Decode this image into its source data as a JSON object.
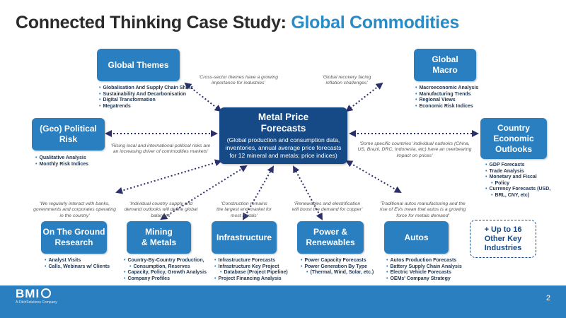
{
  "title": {
    "main": "Connected Thinking Case Study: ",
    "accent": "Global Commodities"
  },
  "center": {
    "title_line1": "Metal Price",
    "title_line2": "Forecasts",
    "subtitle": "(Global production and consumption data, inventories, annual average price forecasts for 12 mineral and metals; price indices)"
  },
  "nodes": {
    "global_themes": {
      "label": "Global Themes",
      "bullets": [
        "Globalisation And Supply Chain Shifts",
        "Sustainability And Decarbonisation",
        "Digital Transformation",
        "Megatrends"
      ]
    },
    "global_macro": {
      "label_line1": "Global",
      "label_line2": "Macro",
      "bullets": [
        "Macroeconomic Analysis",
        "Manufacturing Trends",
        "Regional Views",
        "Economic Risk Indices"
      ]
    },
    "geo_political": {
      "label_line1": "(Geo) Political",
      "label_line2": "Risk",
      "bullets": [
        "Qualitative Analysis",
        "Monthly Risk Indices"
      ]
    },
    "country_outlooks": {
      "label_line1": "Country",
      "label_line2": "Economic",
      "label_line3": "Outlooks",
      "bullets": [
        "GDP Forecasts",
        "Trade Analysis",
        "Monetary and Fiscal",
        "Policy",
        "Currency Forecasts (USD,",
        "BRL, CNY, etc)"
      ]
    },
    "on_the_ground": {
      "label_line1": "On The Ground",
      "label_line2": "Research",
      "bullets": [
        "Analyst Visits",
        "Calls, Webinars w/ Clients"
      ]
    },
    "mining_metals": {
      "label_line1": "Mining",
      "label_line2": "& Metals",
      "bullets": [
        "Country-By-Country Production,",
        "Consumption, Reserves",
        "Capacity, Policy, Growth Analysis",
        "Company Profiles"
      ]
    },
    "infrastructure": {
      "label": "Infrastructure",
      "bullets": [
        "Infrastructure Forecasts",
        "Infrastructure Key Project",
        "Database (Project Pipeline)",
        "Project Financing Analysis"
      ]
    },
    "power_renewables": {
      "label_line1": "Power &",
      "label_line2": "Renewables",
      "bullets": [
        "Power Capacity Forecasts",
        "Power Generation By Type",
        "(Thermal, Wind, Solar, etc.)"
      ]
    },
    "autos": {
      "label": "Autos",
      "bullets": [
        "Autos Production Forecasts",
        "Battery Supply Chain Analysis",
        "Electric Vehicle Forecasts",
        "OEMs' Company Strategy"
      ]
    }
  },
  "quotes": {
    "themes": [
      "'Cross-sector themes have a growing",
      "importance for industries'"
    ],
    "macro": [
      "'Global recovery facing",
      "inflation challenges'"
    ],
    "political": [
      "'Rising local and international political risks are",
      "an increasing driver of commodities markets'"
    ],
    "country": [
      "'Some specific countries' individual outlooks (China,",
      "US, Brazil, DRC, Indonesia, etc) have an overbearing",
      "impact on prices'"
    ],
    "ground": [
      "'We regularly interact with banks,",
      "governments and corporates operating",
      "in the country'"
    ],
    "mining": [
      "'Individual country supply and",
      "demand outlooks will define global",
      "balances'"
    ],
    "infra": [
      "'Construction remains",
      "the largest end-market for",
      "most metals'"
    ],
    "power": [
      "'Renewables and electrification",
      "will boost the demand for copper'"
    ],
    "autos": [
      "'Traditional autos manufacturing and the",
      "rise of EVs mean that autos is a growing",
      "force for metals demand'"
    ]
  },
  "extra_box": {
    "line1": "+ Up to 16",
    "line2": "Other Key",
    "line3": "Industries"
  },
  "footer": {
    "logo": "BMI",
    "logo_sub": "A FitchSolutions Company",
    "page_number": "2"
  },
  "colors": {
    "accent": "#2a8cc7",
    "box": "#2a7fc0",
    "center": "#154a86",
    "arrow": "#2b2f6b"
  }
}
